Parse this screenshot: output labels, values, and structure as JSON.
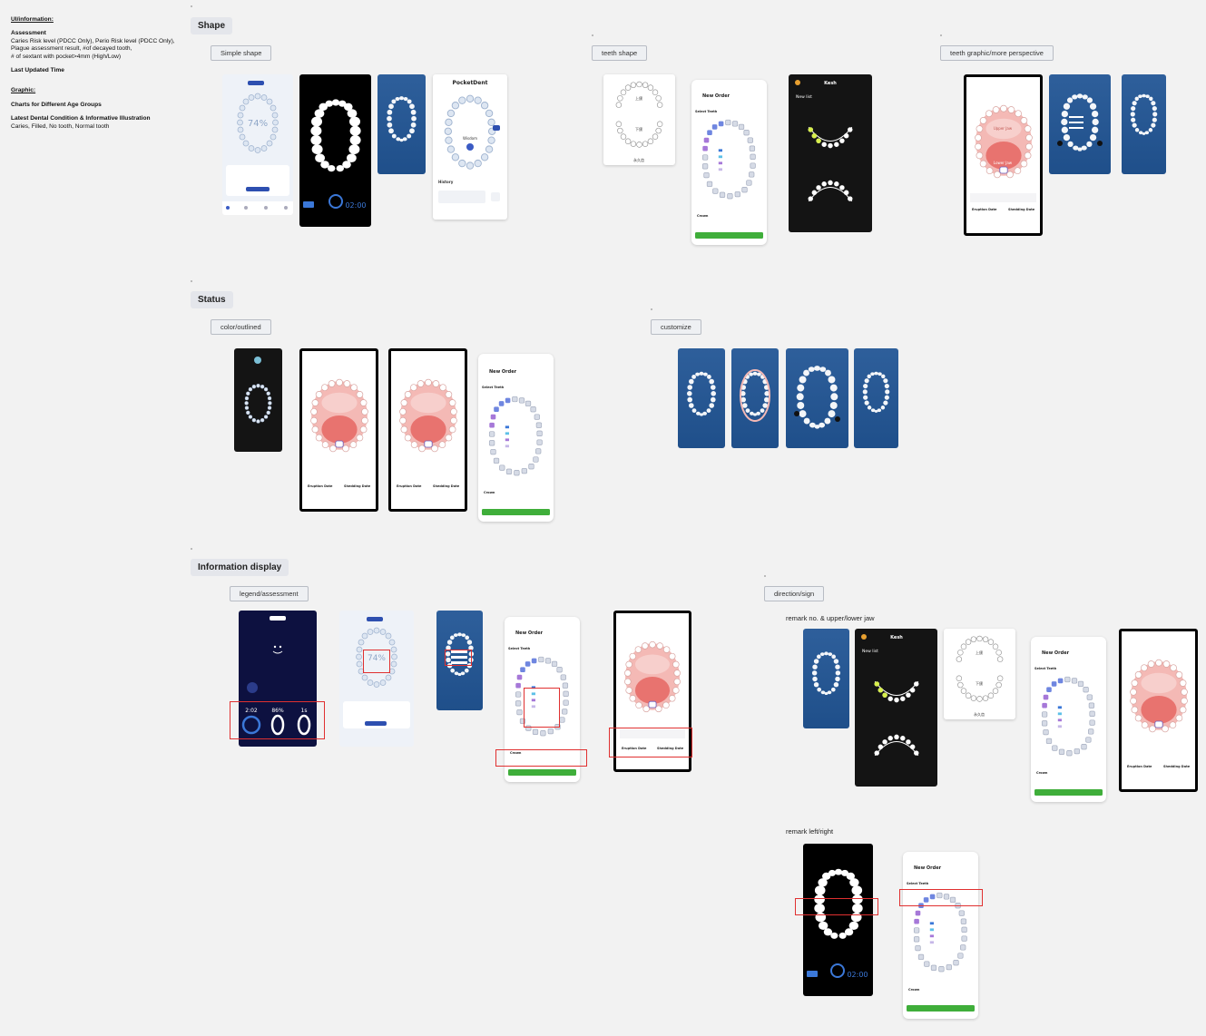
{
  "notes": {
    "ui_heading": "UI/information:",
    "assessment_title": "Assessment",
    "assessment_lines": [
      "Caries Risk level (PDCC Only), Perio Risk level (PDCC Only),",
      "Plague assessment result, #of decayed tooth,",
      "# of sextant with pocket>4mm (High/Low)"
    ],
    "last_updated": "Last Updated Time",
    "graphic_heading": "Graphic:",
    "charts": "Charts for Different Age Groups",
    "latest_title": "Latest Dental Condition & Informative Illustration",
    "latest_detail": "Caries, Filled, No tooth, Normal tooth"
  },
  "sections": {
    "shape": "Shape",
    "status": "Status",
    "info": "Information display"
  },
  "chips": {
    "simple_shape": "Simple shape",
    "teeth_shape": "teeth shape",
    "teeth_graphic": "teeth graphic/more perspective",
    "color_outlined": "color/outlined",
    "customize": "customize",
    "legend": "legend/assessment",
    "direction": "direction/sign"
  },
  "subtitles": {
    "remark_no": "remark no. & upper/lower jaw",
    "remark_lr": "remark left/right"
  },
  "screen_text": {
    "pocketdent": "PocketDent",
    "wisdom": "Wisdom",
    "history": "History",
    "new_order": "New Order",
    "select_teeth": "Select Teeth",
    "crown": "Crown",
    "upper_jaw": "Upper Jaw",
    "lower_jaw": "Lower Jaw",
    "kesh": "Kesh",
    "new_list": "New list",
    "timer": "02:00",
    "percent": "74%",
    "eruption": "Eruption Date",
    "shedding": "Shedding Date",
    "stat1": "2:02",
    "stat2": "86%",
    "stat3": "1s",
    "upper_cn": "上颌",
    "lower_cn": "下颌",
    "perm_cn": "永久齿"
  },
  "colors": {
    "red_jaw": "#e8736f",
    "pink": "#f4b9b5",
    "green_btn": "#3fae3a",
    "accent_red": "#e03030"
  }
}
